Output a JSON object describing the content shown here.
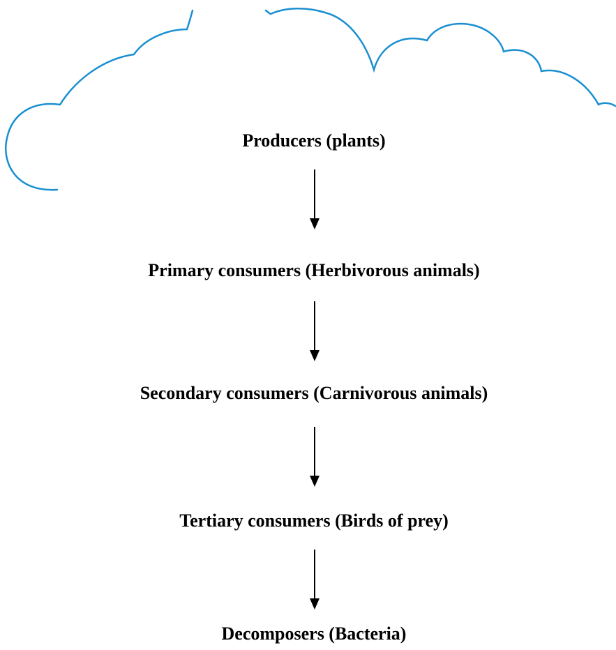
{
  "diagram": {
    "title": "",
    "levels": [
      {
        "label": "Producers (plants)"
      },
      {
        "label": "Primary consumers (Herbivorous animals)"
      },
      {
        "label": "Secondary consumers (Carnivorous animals)"
      },
      {
        "label": "Tertiary consumers (Birds of prey)"
      },
      {
        "label": "Decomposers (Bacteria)"
      }
    ],
    "colors": {
      "cloud_outline": "#1a8fd1",
      "text": "#000000",
      "arrow": "#000000"
    }
  }
}
